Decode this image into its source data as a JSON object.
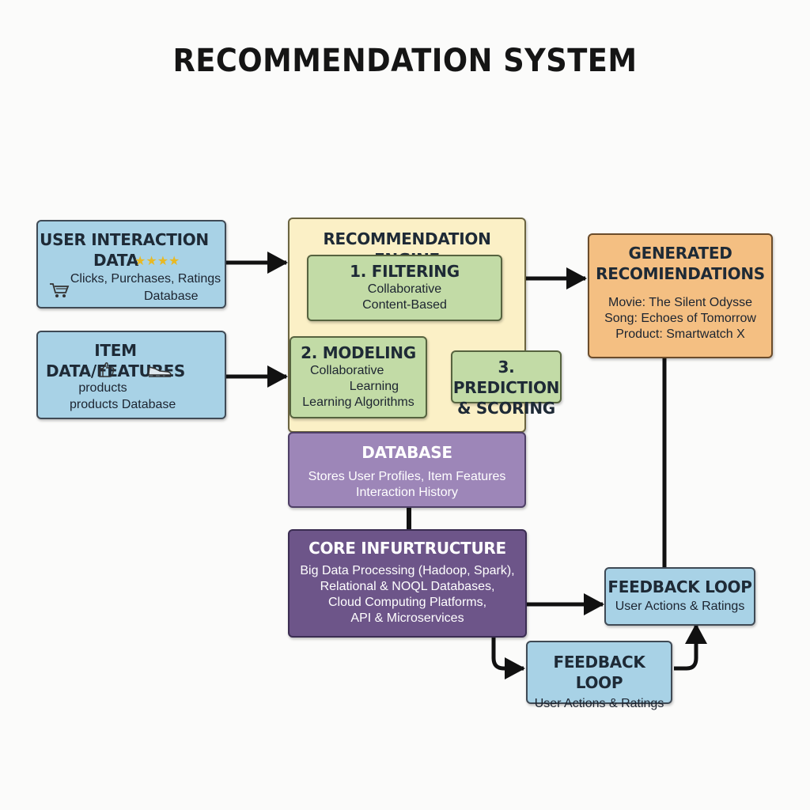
{
  "title": "RECOMMENDATION SYSTEM",
  "user_interaction": {
    "title_line1": "USER INTERACTION",
    "title_line2": "DATA",
    "stars": "★★★★",
    "line1": "Clicks, Purchases, Ratings",
    "line2": "Database"
  },
  "item_data": {
    "title": "ITEM DATA/FEATURES",
    "line1": "products",
    "line2": "products Database"
  },
  "engine": {
    "title": "RECOMMENDATION ENGINE",
    "filtering": {
      "title": "1. FILTERING",
      "line1": "Collaborative",
      "line2": "Content-Based"
    },
    "modeling": {
      "title": "2. MODELING",
      "line1": "Collaborative",
      "line2": "Learning",
      "line3": "Learning Algorithms"
    },
    "prediction": {
      "title_line1": "3. PREDICTION",
      "title_line2": "& SCORING"
    }
  },
  "database": {
    "title": "DATABASE",
    "line1": "Stores User Profiles, Item Features",
    "line2": "Interaction History"
  },
  "core": {
    "title": "CORE INFURTRUCTURE",
    "line1": "Big Data Processing (Hadoop, Spark),",
    "line2": "Relational & NOQL Databases,",
    "line3": "Cloud Computing Platforms,",
    "line4": "API & Microservices"
  },
  "generated": {
    "title_line1": "GENERATED",
    "title_line2": "RECOMIENDATIONS",
    "line1": "Movie: The Silent Odysse",
    "line2": "Song: Echoes of Tomorrow",
    "line3": "Product: Smartwatch X"
  },
  "feedback_upper": {
    "title": "FEEDBACK LOOP",
    "line1": "User Actions & Ratings"
  },
  "feedback_lower": {
    "title": "FEEDBACK LOOP",
    "line1": "User Actions & Ratings"
  },
  "colors": {
    "blue": "#a8d2e6",
    "yellow": "#fbf0c6",
    "green": "#c2dba6",
    "purple": "#9d86b8",
    "dark_purple": "#6d5589",
    "orange": "#f4bf82"
  },
  "icons": [
    "cart-icon",
    "thumbs-up-icon",
    "shoe-icon"
  ]
}
